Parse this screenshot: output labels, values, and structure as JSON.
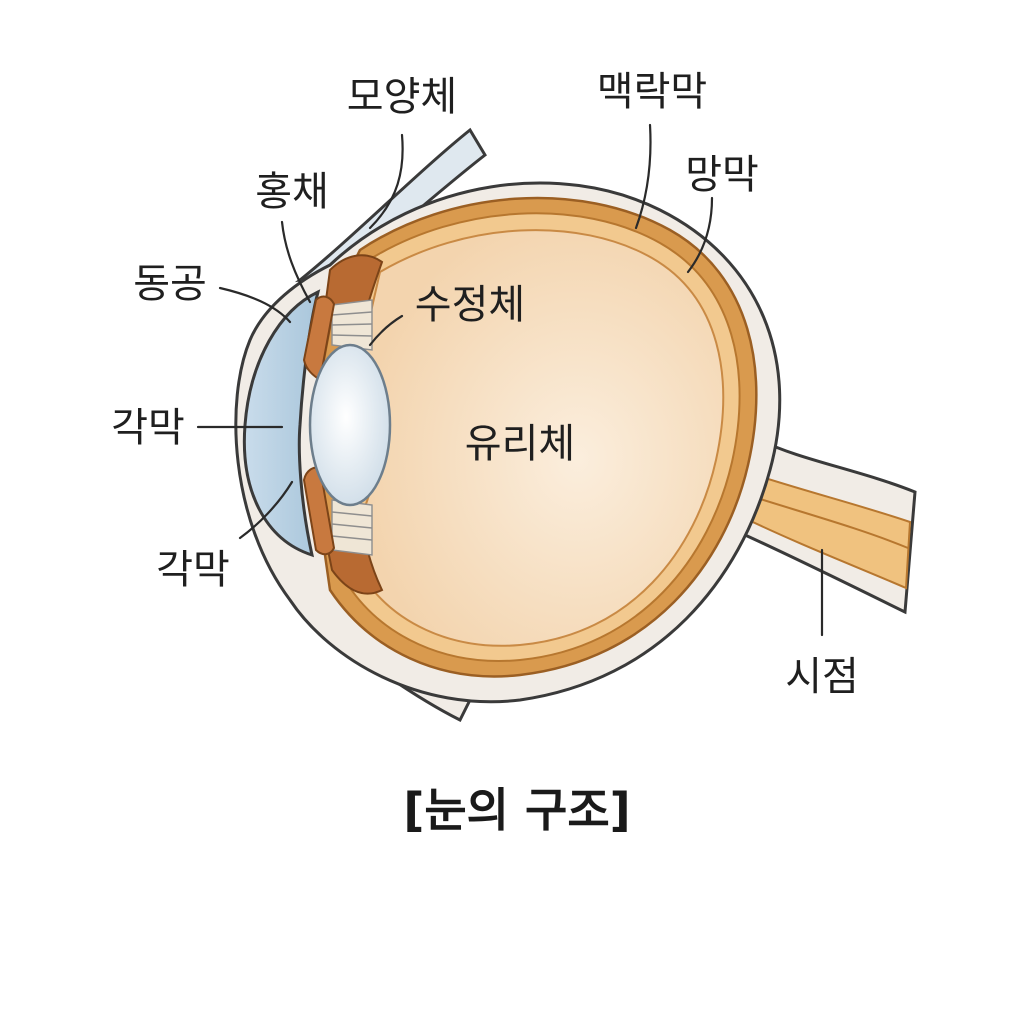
{
  "labels": {
    "ciliary_body": "모양체",
    "choroid": "맥락막",
    "iris": "홍채",
    "retina": "망막",
    "pupil": "동공",
    "lens": "수정체",
    "cornea_upper": "각막",
    "vitreous": "유리체",
    "cornea_lower": "각막",
    "blind_spot": "시점"
  },
  "caption": "[눈의 구조]",
  "colors": {
    "sclera": "#f1ece6",
    "choroid": "#d99a4e",
    "retina": "#f2c98f",
    "vitreous": "#f6dcb9",
    "cornea": "#b9d4e4",
    "lens": "#e8f0f6",
    "iris": "#c8793f",
    "outline": "#3a3a3a"
  }
}
